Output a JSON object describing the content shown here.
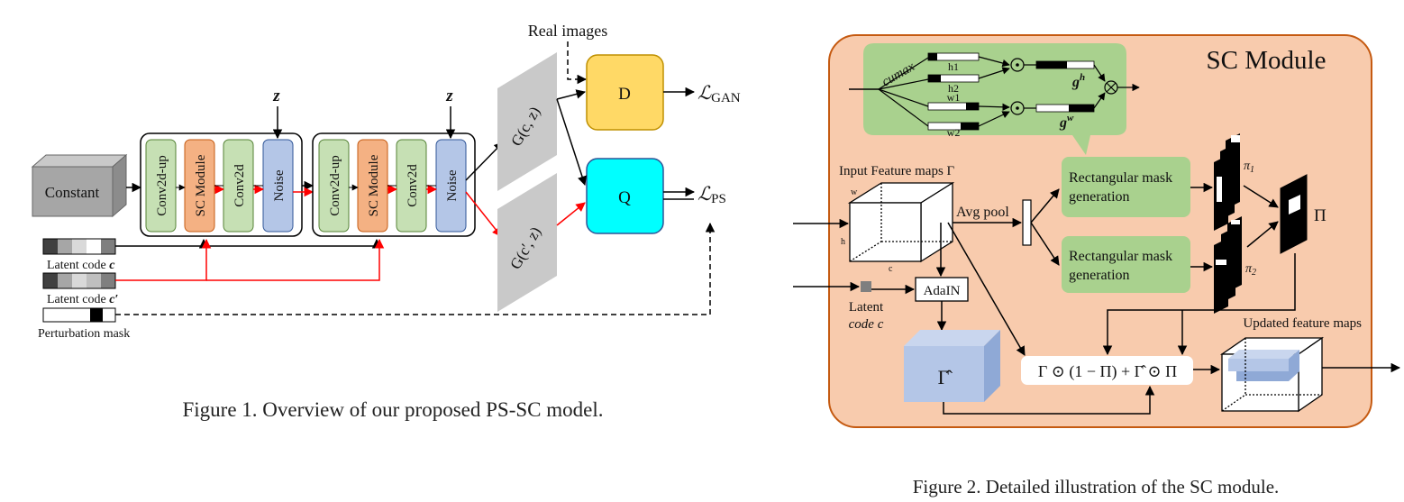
{
  "figure1": {
    "caption": "Figure 1. Overview of our proposed PS-SC model.",
    "real_images": "Real images",
    "z_top": "z",
    "constant": "Constant",
    "block1": [
      "Conv2d-up",
      "SC Module",
      "Conv2d",
      "Noise"
    ],
    "block2": [
      "Conv2d-up",
      "SC Module",
      "Conv2d",
      "Noise"
    ],
    "gen_top": "G(c, z)",
    "gen_bottom": "G(c′, z)",
    "d_label": "D",
    "q_label": "Q",
    "loss_gan": "ℒ",
    "loss_gan_sub": "GAN",
    "loss_ps": "ℒ",
    "loss_ps_sub": "PS",
    "latent_c": "Latent code",
    "latent_c_sym": "c",
    "latent_cp": "Latent code",
    "latent_cp_sym": "c′",
    "perturbation": "Perturbation mask"
  },
  "figure2": {
    "caption": "Figure 2. Detailed illustration of the SC module.",
    "title": "SC Module",
    "cumax": "cumax",
    "h1": "h1",
    "h2": "h2",
    "w1": "w1",
    "w2": "w2",
    "gh": "g",
    "gh_sup": "h",
    "gw": "g",
    "gw_sup": "w",
    "input_maps": "Input Feature maps Γ",
    "dim_w": "w",
    "dim_h": "h",
    "dim_c": "c",
    "avg_pool": "Avg pool",
    "rect1_l1": "Rectangular mask",
    "rect1_l2": "generation",
    "rect2_l1": "Rectangular mask",
    "rect2_l2": "generation",
    "pi1": "π",
    "pi1_sub": "1",
    "pi2": "π",
    "pi2_sub": "2",
    "big_pi": "Π",
    "adain": "AdaIN",
    "latent_l1": "Latent",
    "latent_l2": "code c",
    "gamma_hat": "Γ̂",
    "formula": "Γ ⊙ (1 − Π) + Γ̂ ⊙ Π",
    "updated": "Updated feature maps"
  },
  "colors": {
    "green": "#c6e0b4",
    "orange": "#f4b183",
    "blue": "#b4c6e7",
    "gold": "#ffd966",
    "cyan": "#00ffff",
    "panel": "#f8cbad",
    "panel_border": "#c55a11",
    "inner_green": "#a9d18e",
    "red": "#ff0000"
  }
}
